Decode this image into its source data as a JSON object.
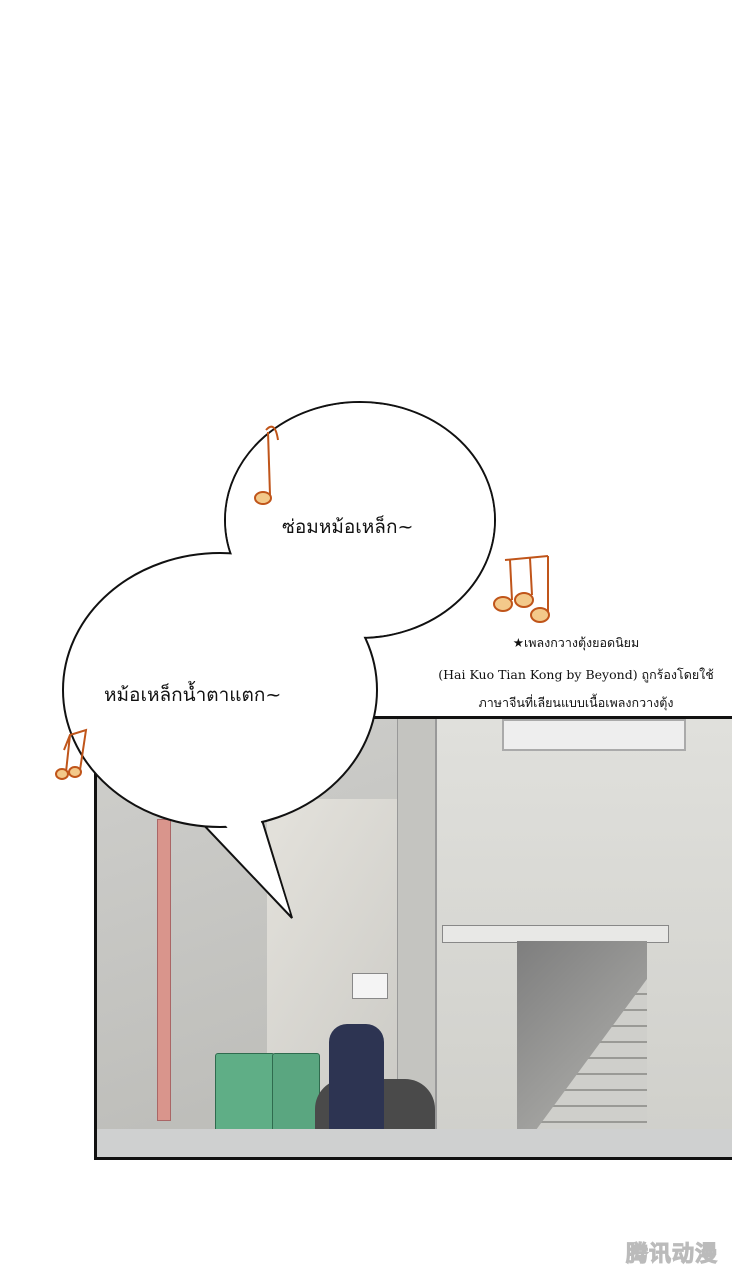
{
  "bubbles": {
    "top": "ซ่อมหม้อเหล็ก~",
    "bottom": "หม้อเหล็กน้ำตาแตก~"
  },
  "note": {
    "line1": "★เพลงกวางตุ้งยอดนิยม",
    "line2": "(Hai Kuo Tian Kong by Beyond) ถูกร้องโดยใช้",
    "line3": "ภาษาจีนที่เลียนแบบเนื้อเพลงกวางตุ้ง"
  },
  "watermark": "腾讯动漫",
  "colors": {
    "note_icon": "#c0551a",
    "note_fill": "#f3c98a",
    "bin": "#5fae86",
    "pipe": "#d9958c"
  }
}
